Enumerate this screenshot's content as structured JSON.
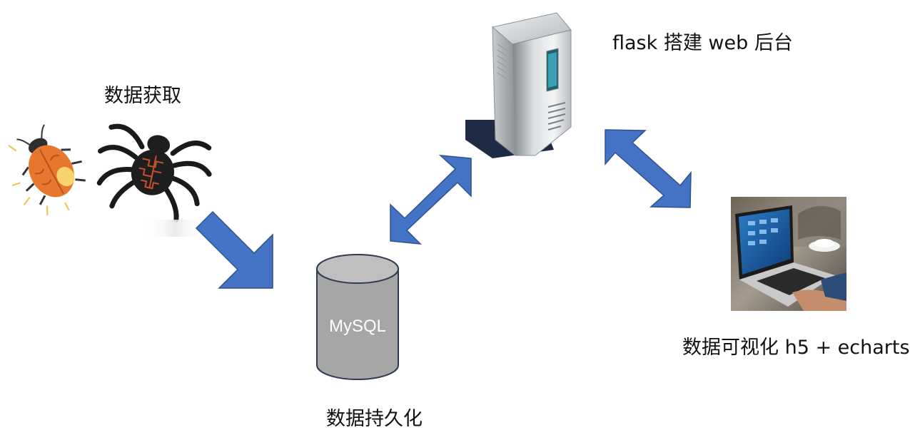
{
  "labels": {
    "data_acquisition": "数据获取",
    "flask_backend": "flask 搭建 web 后台",
    "persistence": "数据持久化",
    "visualization": "数据可视化 h5 + echarts",
    "database": "MySQL"
  },
  "icons": {
    "ladybug": "ladybug-icon",
    "spider": "spider-icon",
    "server": "server-icon",
    "database": "database-icon",
    "laptop_photo": "laptop-photo"
  },
  "colors": {
    "arrow_fill": "#4472c4",
    "arrow_stroke": "#2f528f",
    "database_fill": "#a6a6a6",
    "database_top": "#bfbfbf",
    "server_base": "#1f2a44"
  }
}
